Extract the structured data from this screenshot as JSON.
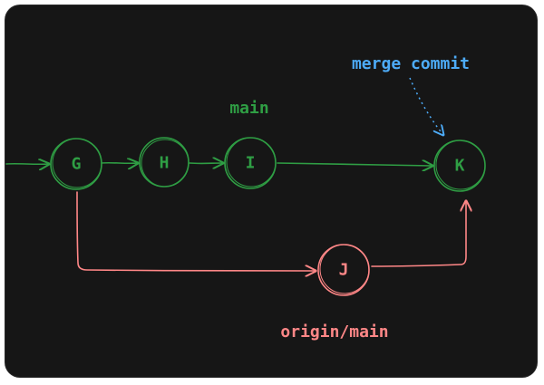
{
  "nodes": {
    "G": "G",
    "H": "H",
    "I": "I",
    "K": "K",
    "J": "J"
  },
  "labels": {
    "main": "main",
    "merge_commit": "merge commit",
    "origin_main": "origin/main"
  },
  "colors": {
    "background": "#161616",
    "main_branch": "#2f9e44",
    "origin_branch": "#ff8787",
    "annotation": "#4dabf7"
  }
}
